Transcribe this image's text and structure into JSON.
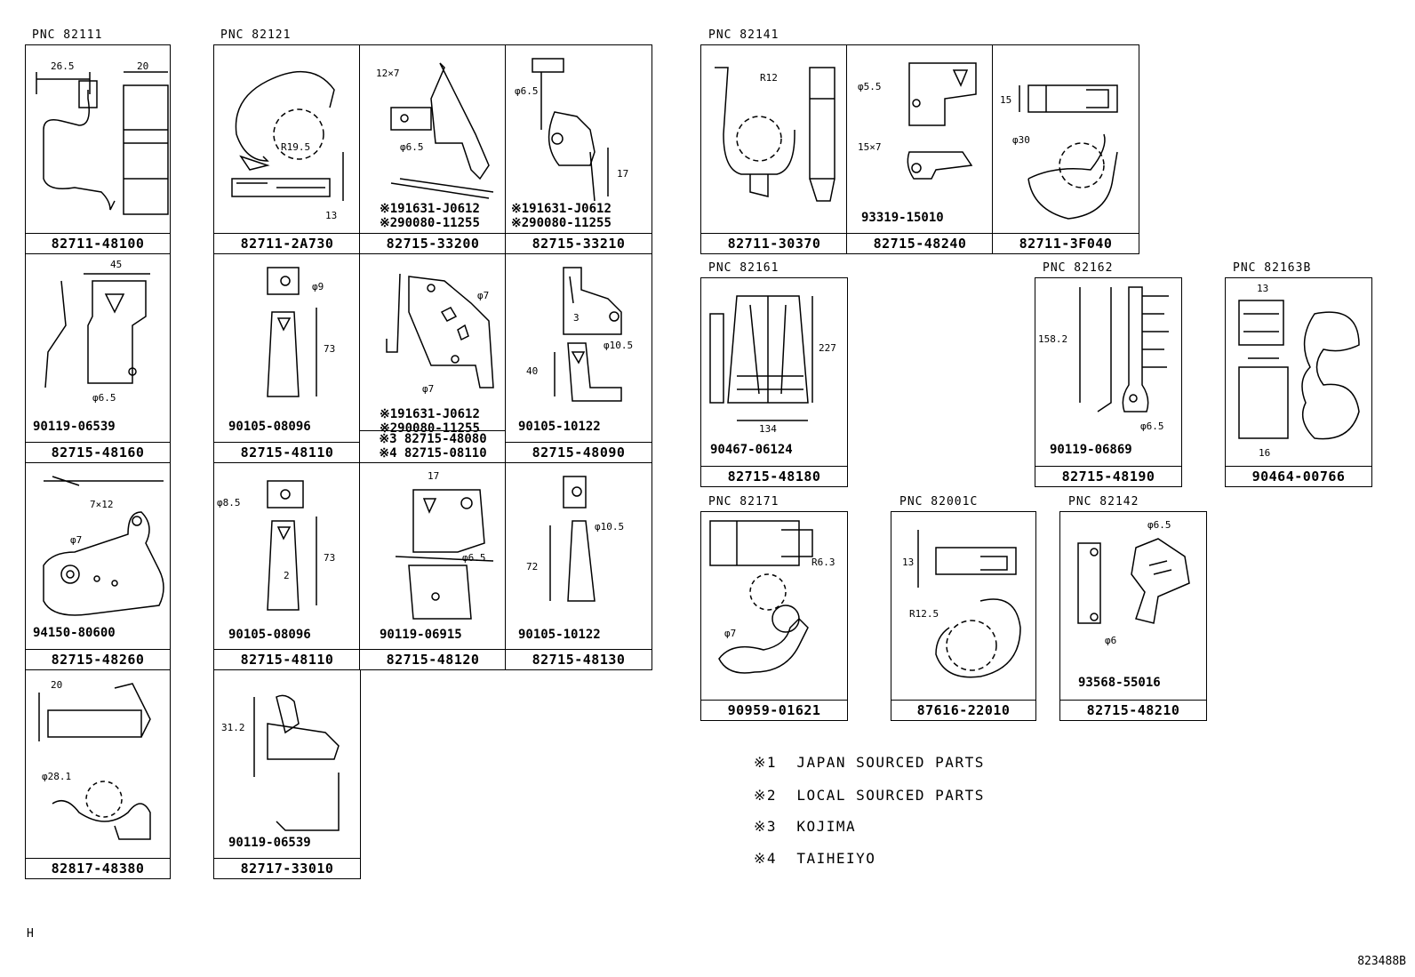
{
  "groups": [
    {
      "pnc": "PNC 82111"
    },
    {
      "pnc": "PNC 82121"
    },
    {
      "pnc": "PNC 82141"
    },
    {
      "pnc": "PNC 82161"
    },
    {
      "pnc": "PNC 82162"
    },
    {
      "pnc": "PNC 82163B"
    },
    {
      "pnc": "PNC 82171"
    },
    {
      "pnc": "PNC 82001C"
    },
    {
      "pnc": "PNC 82142"
    }
  ],
  "cells": [
    {
      "part": "82711-48100",
      "dims": [
        "26.5",
        "20"
      ]
    },
    {
      "part": "82715-48160",
      "sub": "90119-06539",
      "dims": [
        "45",
        "φ6.5"
      ]
    },
    {
      "part": "82715-48260",
      "sub": "94150-80600",
      "dims": [
        "7×12",
        "φ7"
      ]
    },
    {
      "part": "82817-48380",
      "dims": [
        "20",
        "φ28.1"
      ]
    },
    {
      "part": "82711-2A730",
      "dims": [
        "R19.5",
        "13"
      ]
    },
    {
      "part": "82715-33200",
      "sub1": "※191631-J0612",
      "sub2": "※290080-11255",
      "dims": [
        "12×7",
        "φ6.5"
      ]
    },
    {
      "part": "82715-33210",
      "sub1": "※191631-J0612",
      "sub2": "※290080-11255",
      "dims": [
        "φ6.5",
        "17"
      ]
    },
    {
      "part": "82715-48110",
      "sub": "90105-08096",
      "dims": [
        "φ9",
        "73"
      ]
    },
    {
      "part_line1": "※3 82715-48080",
      "part_line2": "※4 82715-08110",
      "sub1": "※191631-J0612",
      "sub2": "※290080-11255",
      "dims": [
        "φ7",
        "φ7"
      ]
    },
    {
      "part": "82715-48090",
      "sub": "90105-10122",
      "dims": [
        "3",
        "φ10.5",
        "40"
      ]
    },
    {
      "part": "82715-48110",
      "sub": "90105-08096",
      "dims": [
        "φ8.5",
        "73",
        "2"
      ]
    },
    {
      "part": "82715-48120",
      "sub": "90119-06915",
      "dims": [
        "17",
        "φ6.5"
      ]
    },
    {
      "part": "82715-48130",
      "sub": "90105-10122",
      "dims": [
        "φ10.5",
        "72"
      ]
    },
    {
      "part": "82717-33010",
      "sub": "90119-06539",
      "dims": [
        "31.2"
      ]
    },
    {
      "part": "82711-30370",
      "dims": [
        "R12"
      ]
    },
    {
      "part": "82715-48240",
      "sub": "93319-15010",
      "dims": [
        "φ5.5",
        "15×7"
      ]
    },
    {
      "part": "82711-3F040",
      "dims": [
        "15",
        "φ30"
      ]
    },
    {
      "part": "82715-48180",
      "sub": "90467-06124",
      "dims": [
        "227",
        "134"
      ]
    },
    {
      "part": "82715-48190",
      "sub": "90119-06869",
      "dims": [
        "158.2",
        "φ6.5"
      ]
    },
    {
      "part": "90464-00766",
      "dims": [
        "13",
        "16"
      ]
    },
    {
      "part": "90959-01621",
      "dims": [
        "R6.3",
        "φ7"
      ]
    },
    {
      "part": "87616-22010",
      "dims": [
        "13",
        "R12.5"
      ]
    },
    {
      "part": "82715-48210",
      "sub": "93568-55016",
      "dims": [
        "φ6.5",
        "φ6"
      ]
    }
  ],
  "notes": [
    {
      "mark": "※1",
      "text": "JAPAN SOURCED PARTS"
    },
    {
      "mark": "※2",
      "text": "LOCAL SOURCED PARTS"
    },
    {
      "mark": "※3",
      "text": "KOJIMA"
    },
    {
      "mark": "※4",
      "text": "TAIHEIYO"
    }
  ],
  "corner_left": "H",
  "corner_right": "823488B"
}
